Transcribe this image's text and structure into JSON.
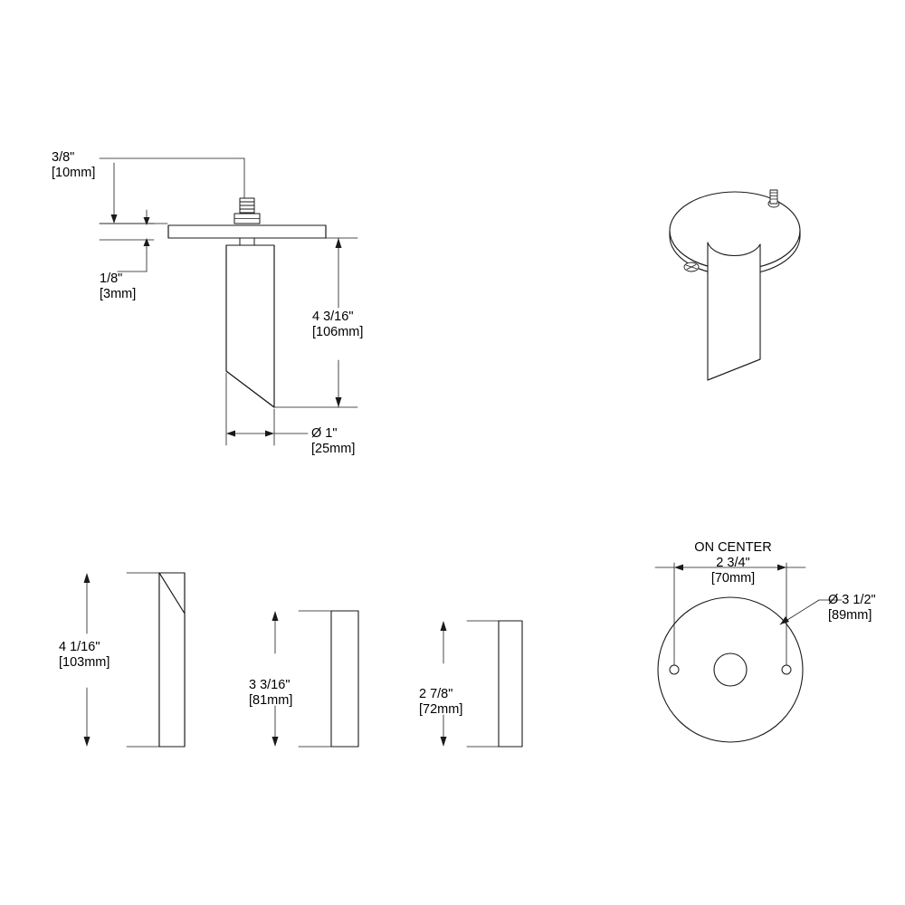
{
  "drawing": {
    "title": "",
    "stroke_color": "#1a1a1a",
    "fill_color": "#ffffff",
    "views": [
      {
        "name": "side-section-view",
        "position": "top-left"
      },
      {
        "name": "isometric-view",
        "position": "top-right"
      },
      {
        "name": "profile-views",
        "position": "bottom-left"
      },
      {
        "name": "plate-plan-view",
        "position": "bottom-right"
      }
    ]
  },
  "dimensions": {
    "thread_height": {
      "imperial": "3/8\"",
      "metric": "[10mm]"
    },
    "plate_thickness": {
      "imperial": "1/8\"",
      "metric": "[3mm]"
    },
    "stem_length": {
      "imperial": "4 3/16\"",
      "metric": "[106mm]"
    },
    "stem_diameter": {
      "imperial": "Ø 1\"",
      "metric": "[25mm]"
    },
    "profile_a": {
      "imperial": "4 1/16\"",
      "metric": "[103mm]"
    },
    "profile_b": {
      "imperial": "3 3/16\"",
      "metric": "[81mm]"
    },
    "profile_c": {
      "imperial": "2 7/8\"",
      "metric": "[72mm]"
    },
    "on_center_label": "ON CENTER",
    "on_center": {
      "imperial": "2 3/4\"",
      "metric": "[70mm]"
    },
    "plate_diameter": {
      "imperial": "Ø 3 1/2\"",
      "metric": "[89mm]"
    }
  }
}
